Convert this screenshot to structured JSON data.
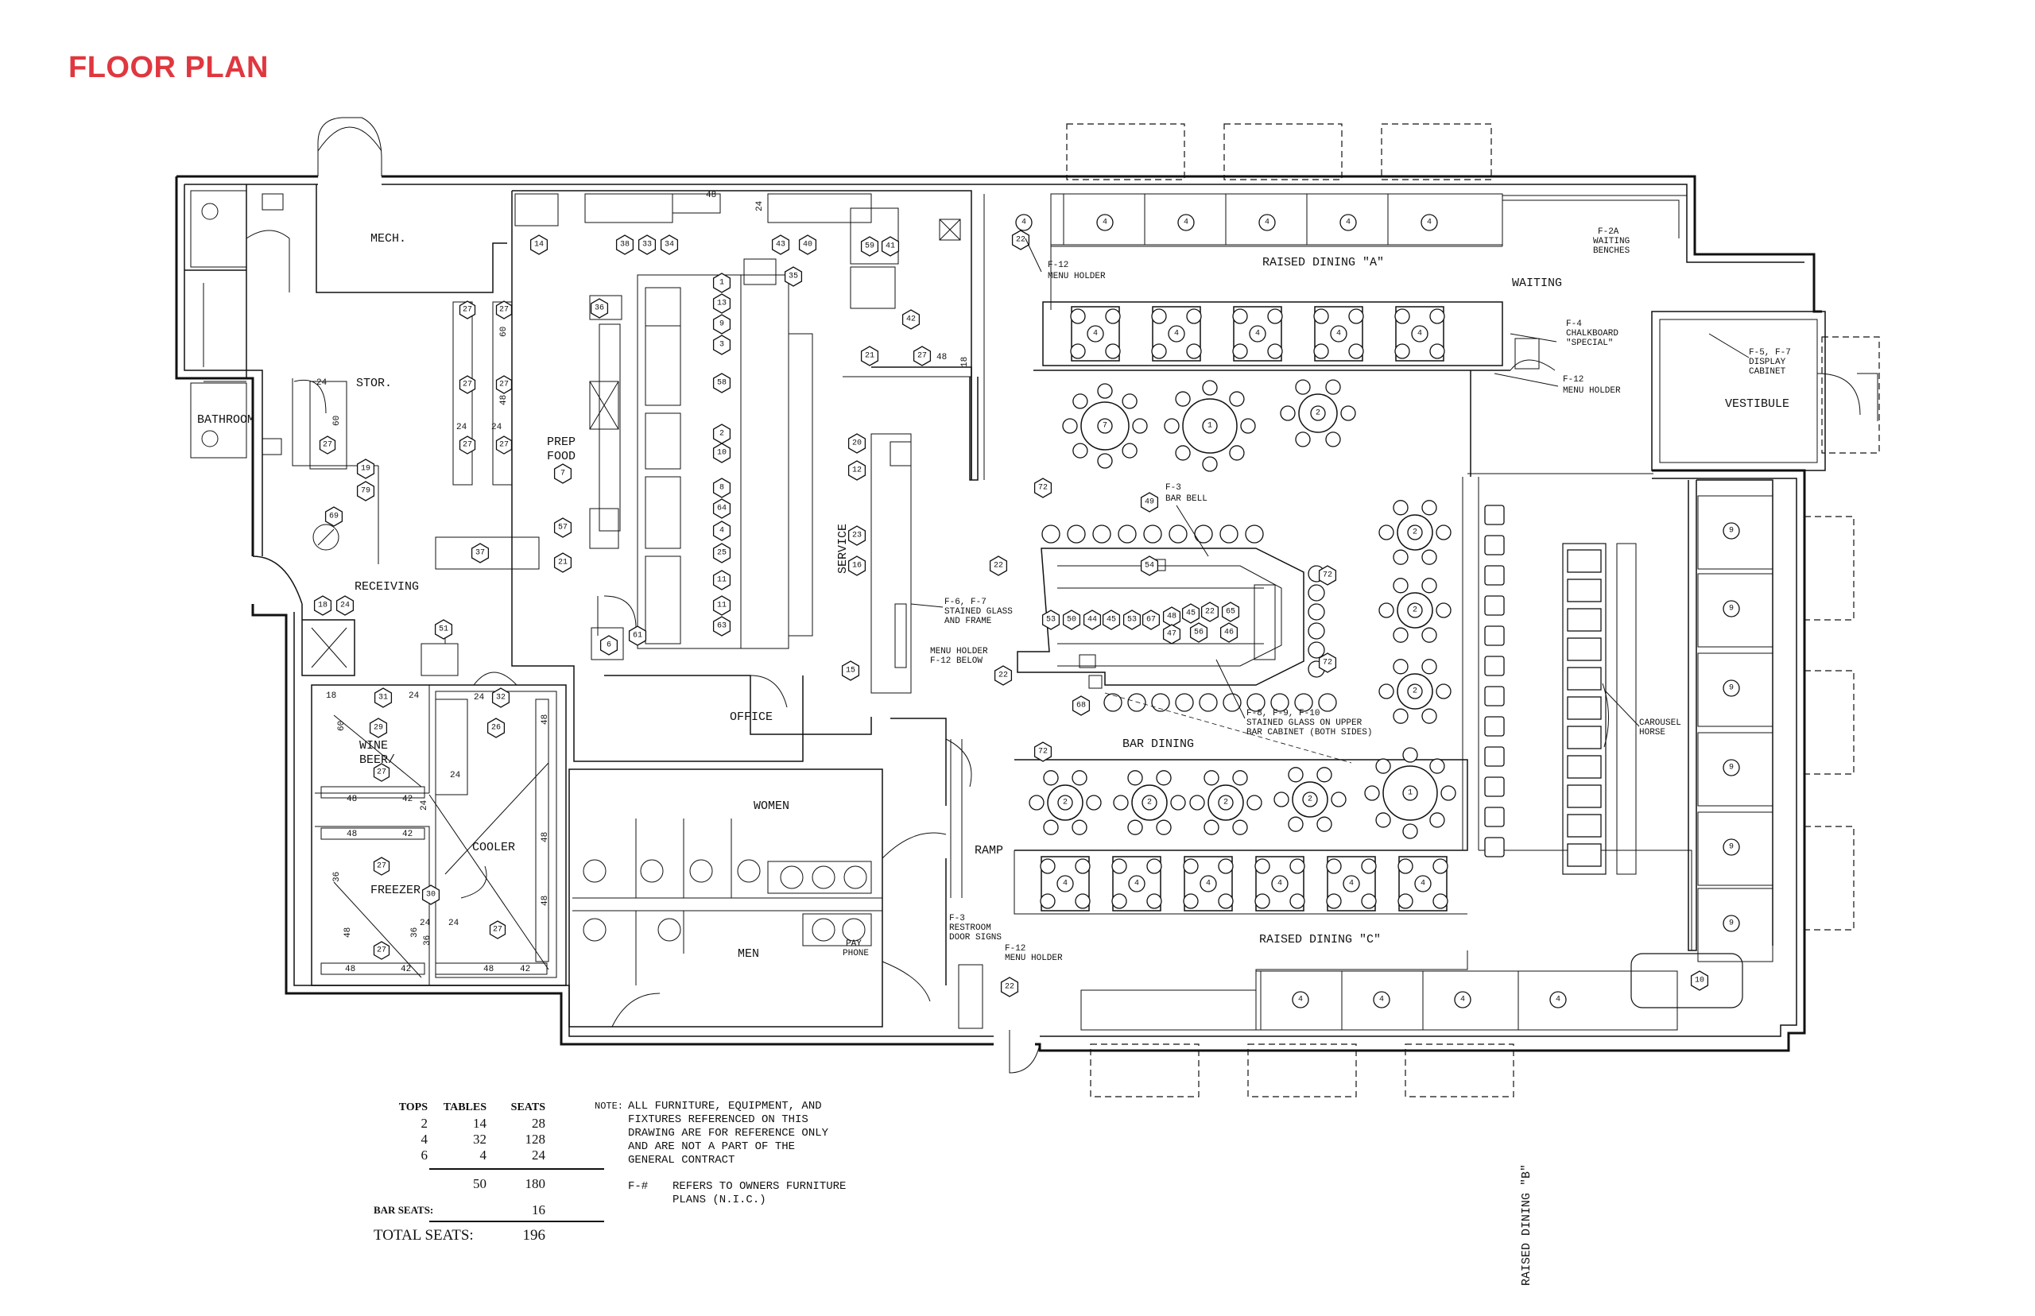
{
  "title": "FLOOR PLAN",
  "rooms": {
    "mech": "MECH.",
    "stor": "STOR.",
    "bathroom": "BATHROOM",
    "prep_food_1": "PREP",
    "prep_food_2": "FOOD",
    "receiving": "RECEIVING",
    "service": "SERVICE",
    "office": "OFFICE",
    "wine_beer_1": "WINE",
    "wine_beer_2": "BEER/",
    "cooler": "COOLER",
    "freezer": "FREEZER",
    "women": "WOMEN",
    "men": "MEN",
    "ramp": "RAMP",
    "raised_dining_a": "RAISED DINING \"A\"",
    "raised_dining_b": "RAISED DINING \"B\"",
    "raised_dining_c": "RAISED DINING \"C\"",
    "waiting": "WAITING",
    "vestibule": "VESTIBULE",
    "bar_dining": "BAR DINING"
  },
  "callouts": {
    "f12_a_1": "F-12",
    "f12_a_2": "MENU HOLDER",
    "f2a_1": "F-2A",
    "f2a_2": "WAITING",
    "f2a_3": "BENCHES",
    "f4_1": "F-4",
    "f4_2": "CHALKBOARD",
    "f4_3": "\"SPECIAL\"",
    "f12_b_1": "F-12",
    "f12_b_2": "MENU HOLDER",
    "f5_1": "F-5, F-7",
    "f5_2": "DISPLAY",
    "f5_3": "CABINET",
    "f3_1": "F-3",
    "f3_2": "BAR BELL",
    "f6_1": "F-6, F-7",
    "f6_2": "STAINED GLASS",
    "f6_3": "AND FRAME",
    "mh_1": "MENU HOLDER",
    "mh_2": "F-12 BELOW",
    "f8_1": "F-8, F-9, F-10",
    "f8_2": "STAINED GLASS ON UPPER",
    "f8_3": "BAR CABINET (BOTH SIDES)",
    "carousel_1": "CAROUSEL",
    "carousel_2": "HORSE",
    "f3b_1": "F-3",
    "f3b_2": "RESTROOM",
    "f3b_3": "DOOR SIGNS",
    "pay_1": "PAY",
    "pay_2": "PHONE",
    "f12_c_1": "F-12",
    "f12_c_2": "MENU HOLDER"
  },
  "seating_table": {
    "headers": [
      "TOPS",
      "TABLES",
      "SEATS"
    ],
    "rows": [
      [
        "2",
        "14",
        "28"
      ],
      [
        "4",
        "32",
        "128"
      ],
      [
        "6",
        "4",
        "24"
      ]
    ],
    "subtotal_tables": "50",
    "subtotal_seats": "180",
    "bar_seats_label": "BAR SEATS:",
    "bar_seats_value": "16",
    "total_label": "TOTAL SEATS:",
    "total_value": "196"
  },
  "notes": {
    "key": "NOTE:",
    "body": "ALL FURNITURE, EQUIPMENT, AND\nFIXTURES REFERENCED ON THIS\nDRAWING ARE FOR REFERENCE ONLY\nAND ARE NOT A PART OF THE\nGENERAL CONTRACT",
    "f_key": "F-#",
    "f_text": "REFERS TO OWNERS FURNITURE",
    "f_text_2": "PLANS (N.I.C.)"
  },
  "tags": {
    "t14": "14",
    "t38": "38",
    "t33": "33",
    "t34": "34",
    "t43": "43",
    "t40": "40",
    "t59": "59",
    "t41": "41",
    "t42": "42",
    "t22a": "22",
    "t21": "21",
    "t27k": "27",
    "t36": "36",
    "t35": "35",
    "t1": "1",
    "t13": "13",
    "t9": "9",
    "t3": "3",
    "t58": "58",
    "t2": "2",
    "t10": "10",
    "t8": "8",
    "t64": "64",
    "t4": "4",
    "t25": "25",
    "t11": "11",
    "t11b": "11",
    "t63": "63",
    "t7": "7",
    "t57": "57",
    "t21b": "21",
    "t37": "37",
    "t19": "19",
    "t79": "79",
    "t69": "69",
    "t18": "18",
    "t24": "24",
    "t51": "51",
    "t6": "6",
    "t61": "61",
    "t20": "20",
    "t12": "12",
    "t23": "23",
    "t16": "16",
    "t15": "15",
    "t31": "31",
    "t29": "29",
    "t32": "32",
    "t26": "26",
    "t30": "30",
    "t72a": "72",
    "t72b": "72",
    "t72c": "72",
    "t72d": "72",
    "t49": "49",
    "t22b": "22",
    "t22c": "22",
    "t68": "68",
    "t22d": "22",
    "t10b": "10",
    "b53": "53",
    "b50": "50",
    "b44": "44",
    "b45": "45",
    "b54": "54",
    "b53b": "53",
    "b67": "67",
    "b48": "48",
    "b45b": "45",
    "b22": "22",
    "b65": "65",
    "b47": "47",
    "b56": "56",
    "b46": "46"
  },
  "table_counts": {
    "four": "4",
    "two": "2",
    "six": "6",
    "one": "1",
    "seven": "7",
    "nine": "9"
  },
  "dims": {
    "d48": "48",
    "d24": "24",
    "d60": "60",
    "d18": "18",
    "d42": "42",
    "d36": "36"
  },
  "colors": {
    "title": "#e0373f",
    "ink": "#111111"
  }
}
